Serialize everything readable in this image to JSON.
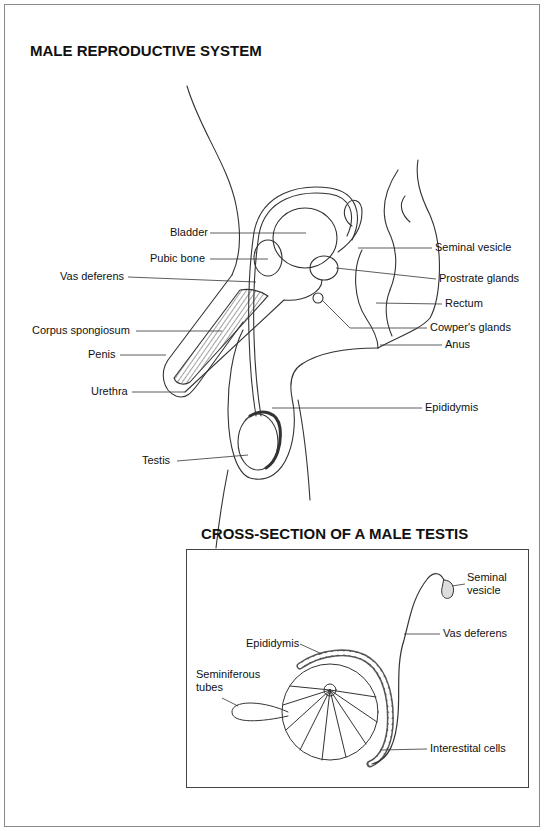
{
  "diagram": {
    "title": "MALE REPRODUCTIVE SYSTEM",
    "nodes": [
      {
        "text": [
          "CROSS-SECTION OF A MALE TESTIS"
        ]
      }
    ],
    "labels": [
      "Bladder",
      "Pubic bone",
      "Vas deferens",
      "Corpus spongiosum",
      "Penis",
      "Urethra",
      "Testis",
      "Seminal vesicle",
      "Prostrate glands",
      "Rectum",
      "Cowper's glands",
      "Anus",
      "Epididymis",
      "Seminal vesicle",
      "Vas deferens",
      "Epididymis",
      "Seminiferous tubes",
      "Interestital cells"
    ]
  }
}
